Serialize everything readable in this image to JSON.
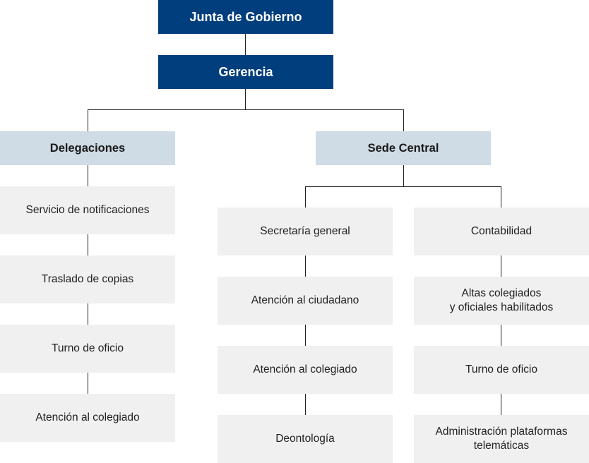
{
  "top": {
    "junta": "Junta de Gobierno",
    "gerencia": "Gerencia"
  },
  "branches": {
    "delegaciones": {
      "title": "Delegaciones",
      "items": [
        "Servicio de notificaciones",
        "Traslado de copias",
        "Turno de oficio",
        "Atención al colegiado"
      ]
    },
    "sede_central": {
      "title": "Sede Central",
      "left_column": [
        "Secretaría general",
        "Atención al ciudadano",
        "Atención al colegiado",
        "Deontología"
      ],
      "right_column": [
        "Contabilidad",
        "Altas colegiados\ny oficiales habilitados",
        "Turno de oficio",
        "Administración plataformas\ntelemáticas"
      ]
    }
  },
  "colors": {
    "top_level": "#003e7e",
    "branch_level": "#cfdbe5",
    "item_level": "#f0f0f0",
    "connector": "#222222"
  }
}
